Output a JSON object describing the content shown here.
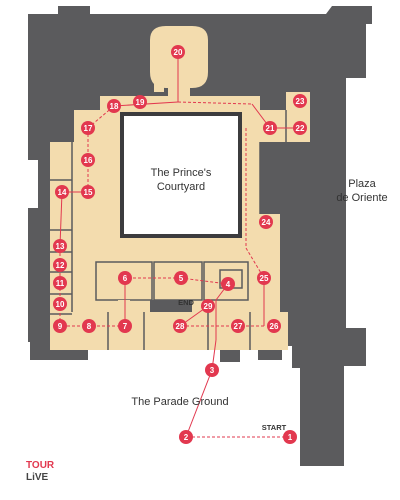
{
  "labels": {
    "courtyard": [
      "The Prince's",
      "Courtyard"
    ],
    "plaza": [
      "Plaza",
      "de Oriente"
    ],
    "parade": "The Parade Ground",
    "start": "START",
    "end": "END"
  },
  "logo": {
    "line1": "TOUR",
    "line2": "LiVE"
  },
  "stops": [
    "1",
    "2",
    "3",
    "4",
    "5",
    "6",
    "7",
    "8",
    "9",
    "10",
    "11",
    "12",
    "13",
    "14",
    "15",
    "16",
    "17",
    "18",
    "19",
    "20",
    "21",
    "22",
    "23",
    "24",
    "25",
    "26",
    "27",
    "28",
    "29"
  ],
  "colors": {
    "building": "#5b5b5d",
    "rooms": "#f3dcae",
    "courtyard": "#3c3c3e",
    "marker": "#e2384f",
    "route": "#e2384f",
    "logo_red": "#e2384f",
    "logo_dark": "#444444"
  }
}
